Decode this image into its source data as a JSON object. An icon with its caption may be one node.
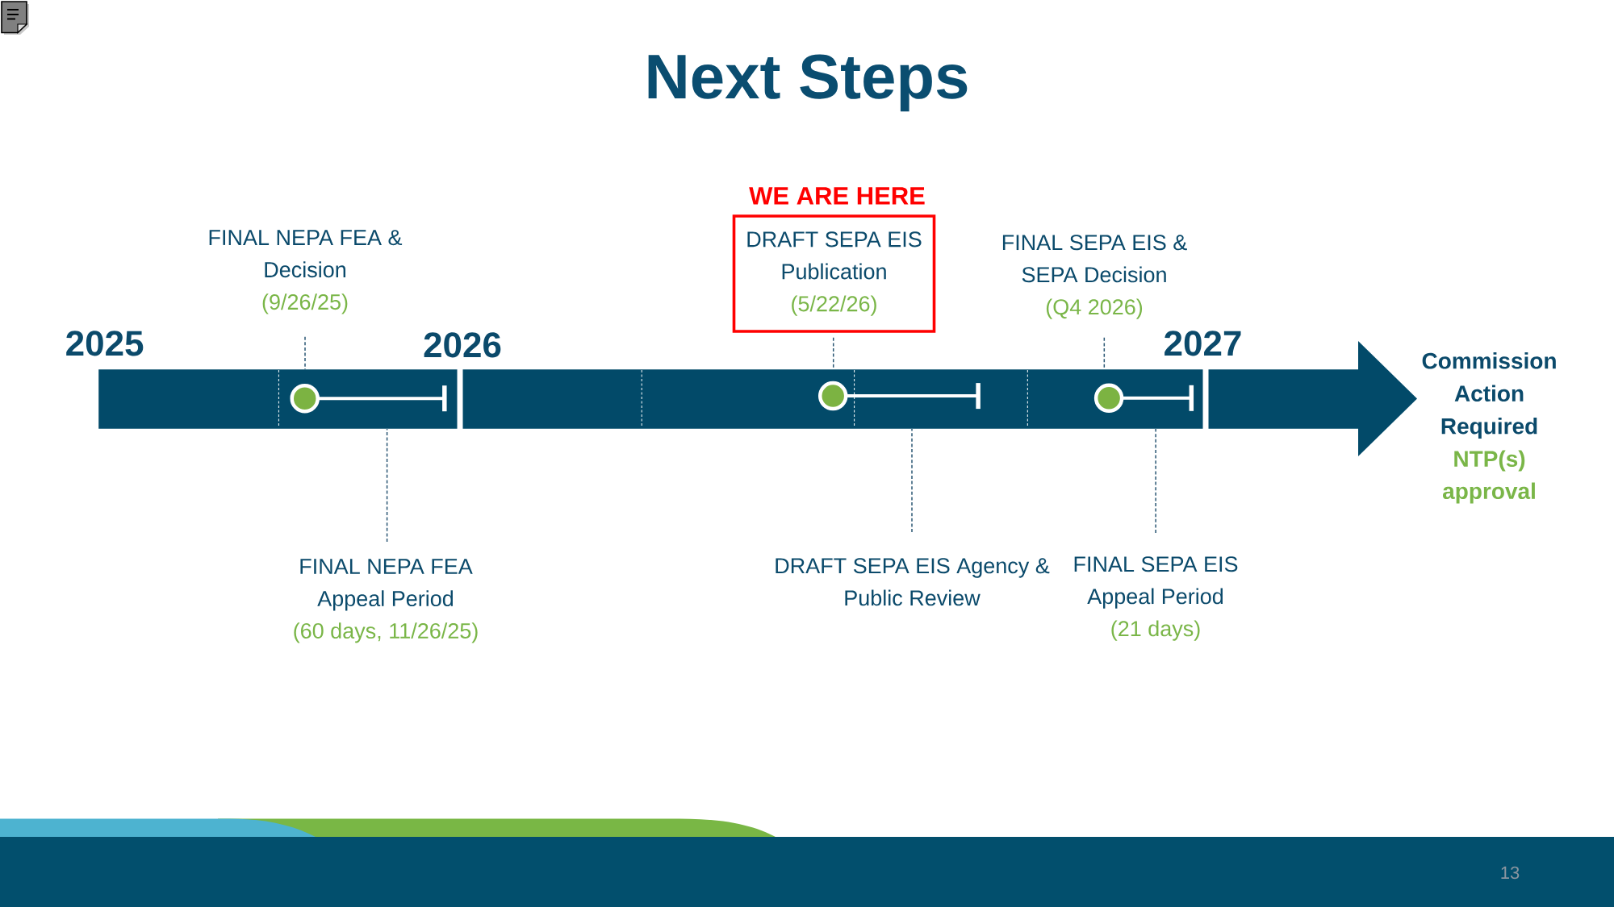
{
  "diagram": {
    "title": "Next Steps",
    "nodes": [
      {
        "text": [
          "FINAL NEPA FEA & Decision",
          "(9/26/25)"
        ]
      },
      {
        "text": [
          "DRAFT SEPA EIS Publication",
          "(5/22/26)"
        ],
        "beside": [
          "WE ARE HERE"
        ]
      },
      {
        "text": [
          "FINAL SEPA EIS & SEPA Decision",
          "(Q4 2026)"
        ]
      },
      {
        "text": [],
        "shape": "arrow",
        "beside": [
          "Commission Action Required",
          "NTP(s) approval"
        ]
      },
      {
        "text": [
          "FINAL NEPA FEA Appeal Period",
          "(60 days, 11/26/25)"
        ]
      },
      {
        "text": [
          "DRAFT SEPA EIS Agency & Public Review"
        ]
      },
      {
        "text": [
          "FINAL SEPA EIS Appeal Period",
          "(21 days)"
        ]
      }
    ],
    "edges": [
      {
        "from": 0,
        "to": 3,
        "arrow": "none",
        "style": "dashed"
      },
      {
        "from": 1,
        "to": 3,
        "arrow": "none",
        "style": "dashed"
      },
      {
        "from": 2,
        "to": 3,
        "arrow": "none",
        "style": "dashed"
      },
      {
        "from": 4,
        "to": 3,
        "arrow": "none",
        "style": "dashed"
      },
      {
        "from": 5,
        "to": 3,
        "arrow": "none",
        "style": "dashed"
      },
      {
        "from": 6,
        "to": 3,
        "arrow": "none",
        "style": "dashed"
      }
    ],
    "labels": [
      "2025",
      "2026",
      "2027",
      "13"
    ]
  }
}
